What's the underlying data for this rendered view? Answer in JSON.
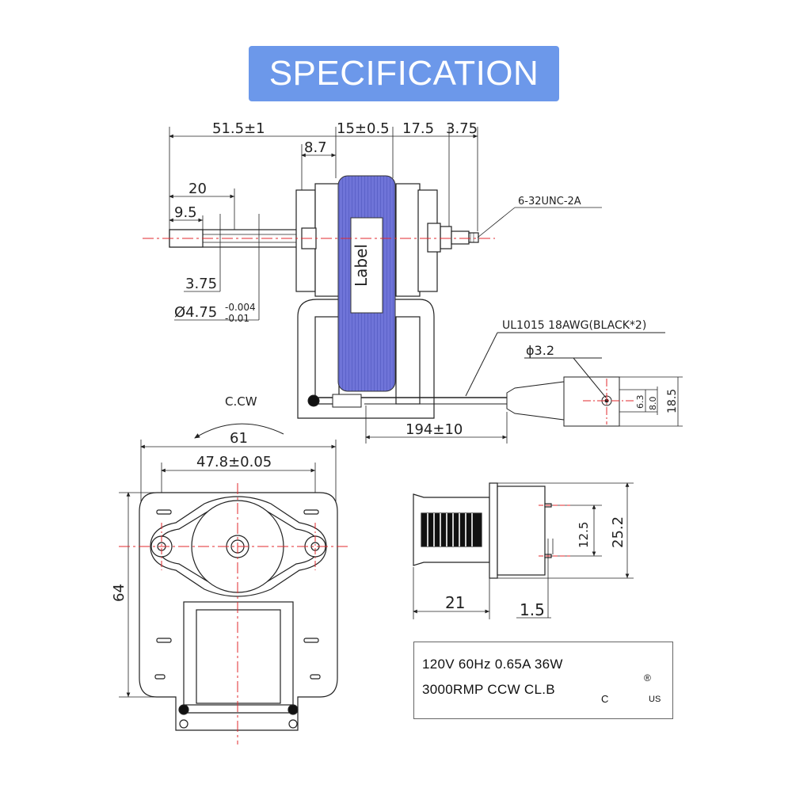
{
  "banner": {
    "title": "SPECIFICATION",
    "color": "#6c98ea"
  },
  "side_view": {
    "dim_overall": "51.5±1",
    "dim_stack": "15±0.5",
    "dim_rear": "17.5",
    "dim_thread_len": "3.75",
    "dim_offset": "8.7",
    "dim_shaft_20": "20",
    "dim_shaft_9_5": "9.5",
    "dim_flat": "3.75",
    "dim_shaft_dia": "Ø4.75",
    "tol_upper": "-0.004",
    "tol_lower": "-0.01",
    "thread_spec": "6-32UNC-2A",
    "label_text": "Label",
    "wire_spec": "UL1015 18AWG(BLACK*2)",
    "hole_dia": "ϕ3.2",
    "lead_length": "194±10",
    "term_6_3": "6.3",
    "term_8_0": "8.0",
    "term_18_5": "18.5"
  },
  "front_view": {
    "rotation": "C.CW",
    "width": "61",
    "hole_pitch": "47.8±0.05",
    "height": "64"
  },
  "terminal_view": {
    "dim_12_5": "12.5",
    "dim_25_2": "25.2",
    "dim_21": "21",
    "dim_1_5": "1.5"
  },
  "rating": {
    "line1": "120V  60Hz  0.65A  36W",
    "line2": "3000RMP  CCW  CL.B",
    "cert_c": "C",
    "cert_us": "US",
    "cert_reg": "®"
  },
  "colors": {
    "coil": "#6f74d8",
    "centerline": "#e0282e",
    "line": "#222222"
  }
}
